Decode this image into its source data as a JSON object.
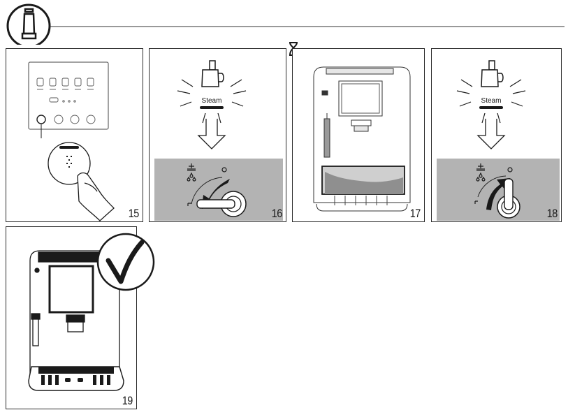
{
  "steps": {
    "s15": "15",
    "s16": "16",
    "s17": "17",
    "s18": "18",
    "s19": "19"
  },
  "labels": {
    "steam_16": "Steam",
    "steam_18": "Steam"
  },
  "icons": {
    "header": "milk-tube-icon",
    "wait": "hourglass-icon",
    "done": "checkmark-icon"
  },
  "colors": {
    "line": "#1a1a1a",
    "panel_gray": "#b3b3b3",
    "machine_gray": "#cfcfcf"
  }
}
